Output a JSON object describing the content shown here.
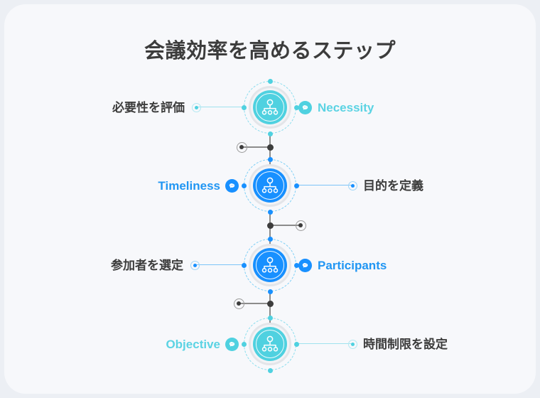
{
  "page": {
    "title": "会議効率を高めるステップ",
    "background_color": "#eceff4",
    "card_color": "#f7f8fb",
    "title_color": "#3c3c3c"
  },
  "colors": {
    "blue": "#1890ff",
    "blue_text": "#2196f3",
    "cyan": "#4fd1e0",
    "cyan_text": "#5bd3e3",
    "dark_text": "#3c3c3c",
    "connector_gray": "#8c8c8c"
  },
  "steps": [
    {
      "index": 1,
      "accent": "cyan",
      "icon": "org-chart-icon",
      "left_label": "必要性を評価",
      "left_label_style": "dark",
      "right_label": "Necessity",
      "right_label_style": "cyan",
      "bubble_side": "right",
      "leader_side": "left"
    },
    {
      "index": 2,
      "accent": "blue",
      "icon": "org-chart-icon",
      "left_label": "Timeliness",
      "left_label_style": "blue",
      "right_label": "目的を定義",
      "right_label_style": "dark",
      "bubble_side": "left",
      "leader_side": "right"
    },
    {
      "index": 3,
      "accent": "blue",
      "icon": "org-chart-icon",
      "left_label": "参加者を選定",
      "left_label_style": "dark",
      "right_label": "Participants",
      "right_label_style": "blue",
      "bubble_side": "right",
      "leader_side": "left"
    },
    {
      "index": 4,
      "accent": "cyan",
      "icon": "org-chart-icon",
      "left_label": "Objective",
      "left_label_style": "cyan",
      "right_label": "時間制限を設定",
      "right_label_style": "dark",
      "bubble_side": "left",
      "leader_side": "right"
    }
  ],
  "connectors": [
    {
      "from_step": 1,
      "to_step": 2,
      "branch_side": "left"
    },
    {
      "from_step": 2,
      "to_step": 3,
      "branch_side": "right"
    },
    {
      "from_step": 3,
      "to_step": 4,
      "branch_side": "left"
    }
  ]
}
